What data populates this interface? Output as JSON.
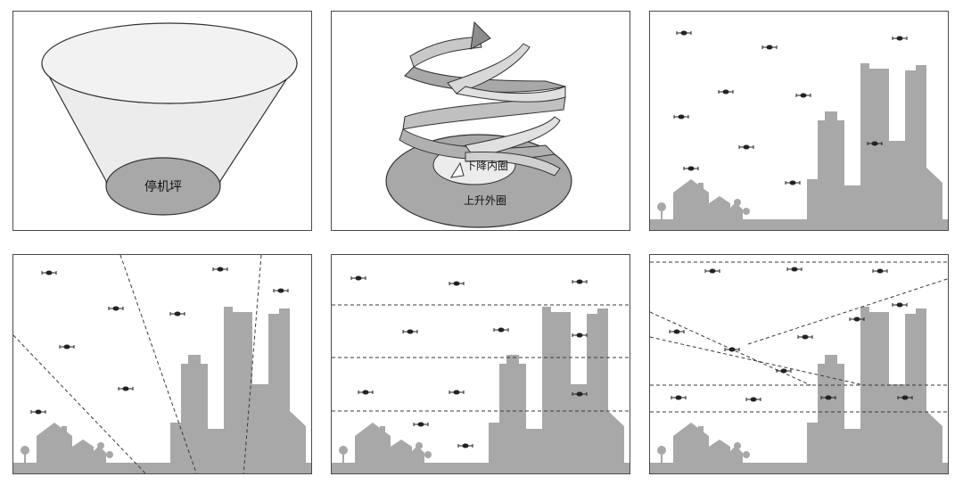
{
  "labels": {
    "apron": "停机坪",
    "descent_inner_ring": "下降内圈",
    "ascent_outer_ring": "上升外圈"
  },
  "colors": {
    "gray": "#a8a8a8",
    "light_fill": "#ececec",
    "outline": "#333333",
    "dash": "#3a3a3a"
  },
  "panels": [
    {
      "id": "funnel"
    },
    {
      "id": "spiral"
    },
    {
      "id": "free-flight"
    },
    {
      "id": "radial-routes"
    },
    {
      "id": "horizontal-layers"
    },
    {
      "id": "mixed-layers"
    }
  ]
}
